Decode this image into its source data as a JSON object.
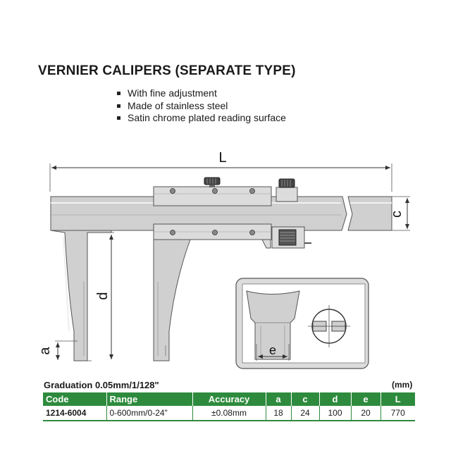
{
  "header": {
    "title": "VERNIER CALIPERS (SEPARATE TYPE)"
  },
  "features": [
    "With fine adjustment",
    "Made of stainless steel",
    "Satin chrome plated reading surface"
  ],
  "diagram": {
    "label_L": "L",
    "label_c": "c",
    "label_d": "d",
    "label_a": "a",
    "label_e": "e"
  },
  "specs": {
    "graduation": "Graduation 0.05mm/1/128\"",
    "unit": "(mm)",
    "headers": [
      "Code",
      "Range",
      "Accuracy",
      "a",
      "c",
      "d",
      "e",
      "L"
    ],
    "rows": [
      [
        "1214-6004",
        "0-600mm/0-24\"",
        "±0.08mm",
        "18",
        "24",
        "100",
        "20",
        "770"
      ]
    ]
  }
}
